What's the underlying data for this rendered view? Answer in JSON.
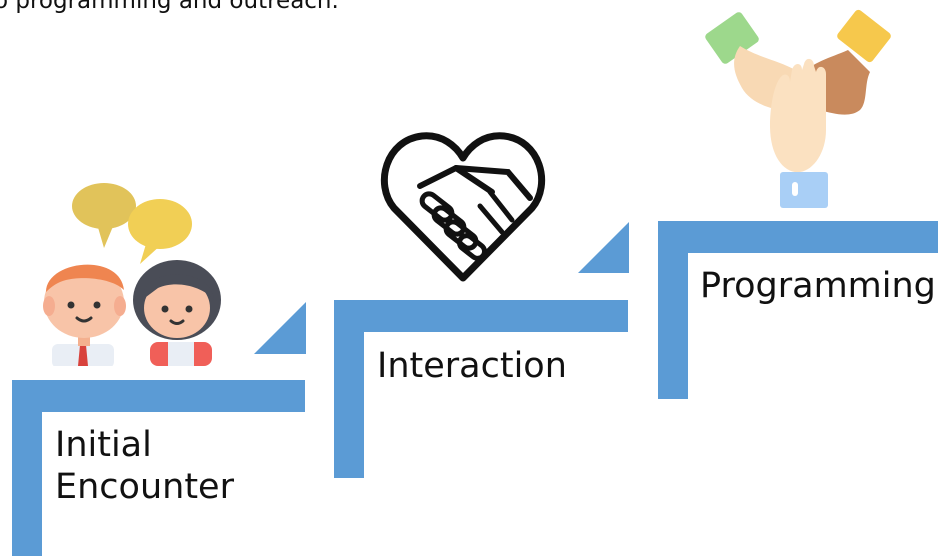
{
  "intro_text": "o programming and outreach.",
  "steps": [
    {
      "label_line1": "Initial",
      "label_line2": "Encounter",
      "icon": "people-talking-icon"
    },
    {
      "label": "Interaction",
      "icon": "heart-handshake-icon"
    },
    {
      "label": "Programming",
      "icon": "stacked-hands-icon"
    }
  ],
  "colors": {
    "step_fill": "#5b9bd5",
    "text": "#111111"
  }
}
